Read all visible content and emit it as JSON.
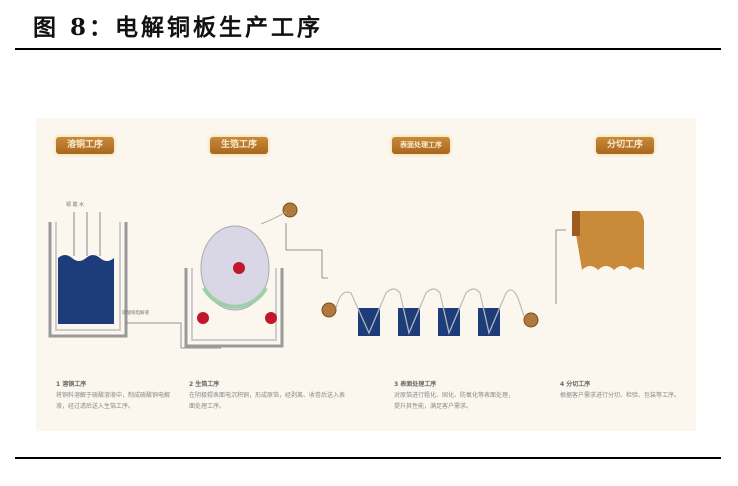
{
  "header": {
    "title_prefix": "图 ",
    "figure_number": "8",
    "title_sep": "：",
    "title_text": "电解铜板生产工序"
  },
  "figure": {
    "background": "#fbf7ef",
    "stages": [
      {
        "label": "溶铜工序",
        "desc_title": "1  溶铜工序",
        "desc": "将铜料溶解于硫酸溶液中，制成硫酸铜电解液，经过滤后送入生箔工序。"
      },
      {
        "label": "生箔工序",
        "desc_title": "2  生箔工序",
        "desc": "在阴极辊表面电沉积铜，形成原箔，经剥离、收卷后送入表面处理工序。"
      },
      {
        "label": "表面处理工序",
        "desc_title": "3  表面处理工序",
        "desc": "对原箔进行粗化、固化、防氧化等表面处理，提升其性能，满足客户需求。"
      },
      {
        "label": "分切工序",
        "desc_title": "4  分切工序",
        "desc": "根据客户需求进行分切、检验、包装等工序。"
      }
    ],
    "inputs_label": "铜  酸  水",
    "pipe_label": "硫酸铜电解液",
    "colors": {
      "label_bg": "#b8752a",
      "electrolyte": "#1c3d7a",
      "drum": "#d9d6e6",
      "electrode": "#c0182a",
      "roll": "#b07a3c",
      "foil": "#c98a3a"
    }
  }
}
